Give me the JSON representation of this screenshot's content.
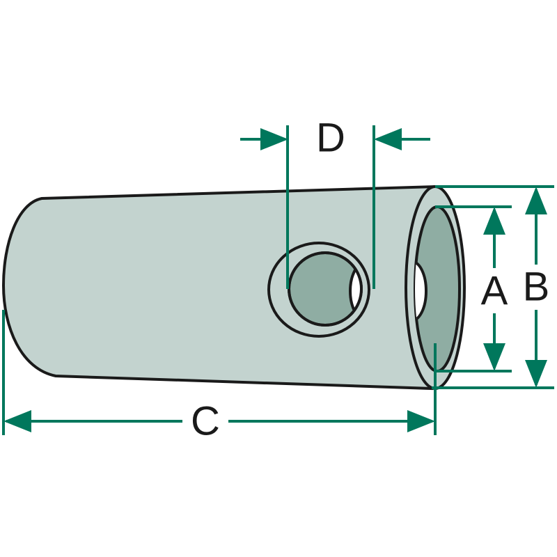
{
  "diagram": {
    "labels": {
      "a": "A",
      "b": "B",
      "c": "C",
      "d": "D"
    },
    "colors": {
      "body": "#c3d3cf",
      "bore": "#8fada3",
      "dimension": "#00775c",
      "outline": "#1a1a1a"
    }
  }
}
